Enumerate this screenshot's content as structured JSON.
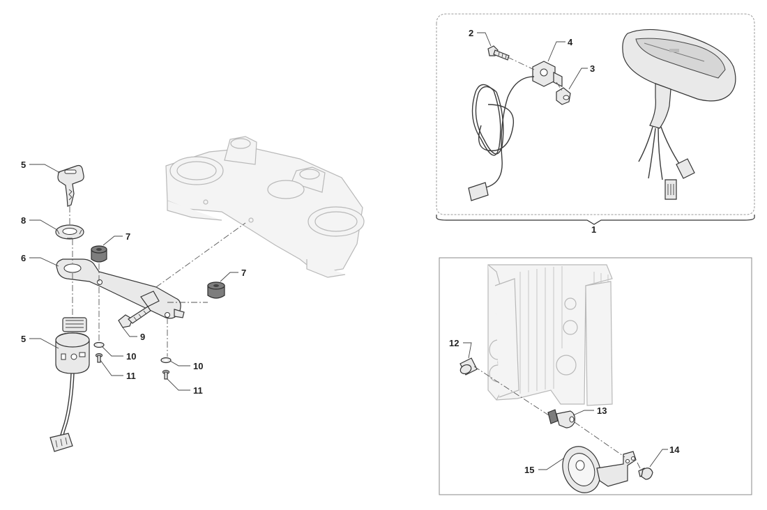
{
  "callouts": {
    "c1": "1",
    "c2": "2",
    "c3": "3",
    "c4": "4",
    "c5_key": "5",
    "c5_switch": "5",
    "c6": "6",
    "c7_upper": "7",
    "c7_lower": "7",
    "c8": "8",
    "c9": "9",
    "c10_left": "10",
    "c10_right": "10",
    "c11_left": "11",
    "c11_right": "11",
    "c12": "12",
    "c13": "13",
    "c14": "14",
    "c15": "15"
  },
  "colors": {
    "ghost_outline": "#b8b8b8",
    "part_outline": "#333333",
    "frame": "#888888"
  }
}
